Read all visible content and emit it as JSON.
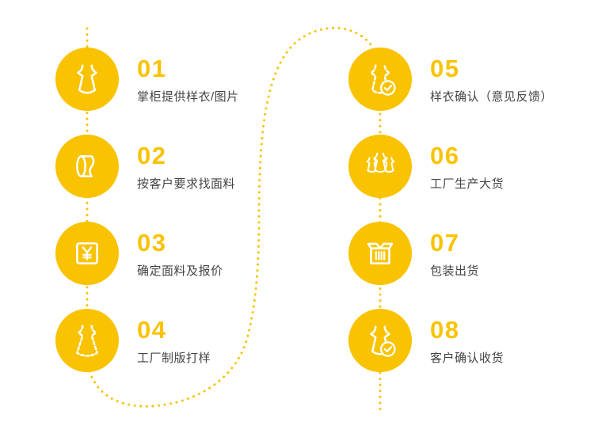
{
  "diagram": {
    "type": "process-flow",
    "background": "#ffffff"
  },
  "colors": {
    "accent": "#F9C301",
    "label_text": "#444444",
    "icon_stroke": "#ffffff"
  },
  "steps": [
    {
      "number": "01",
      "label": "掌柜提供样衣/图片",
      "icon": "dress-icon"
    },
    {
      "number": "02",
      "label": "按客户要求找面料",
      "icon": "fabric-roll-icon"
    },
    {
      "number": "03",
      "label": "确定面料及报价",
      "icon": "yuan-price-icon"
    },
    {
      "number": "04",
      "label": "工厂制版打样",
      "icon": "pattern-gown-icon"
    },
    {
      "number": "05",
      "label": "样衣确认（意见反馈）",
      "icon": "sample-confirm-icon"
    },
    {
      "number": "06",
      "label": "工厂生产大货",
      "icon": "mass-production-icon"
    },
    {
      "number": "07",
      "label": "包装出货",
      "icon": "package-box-icon"
    },
    {
      "number": "08",
      "label": "客户确认收货",
      "icon": "receive-confirm-icon"
    }
  ]
}
